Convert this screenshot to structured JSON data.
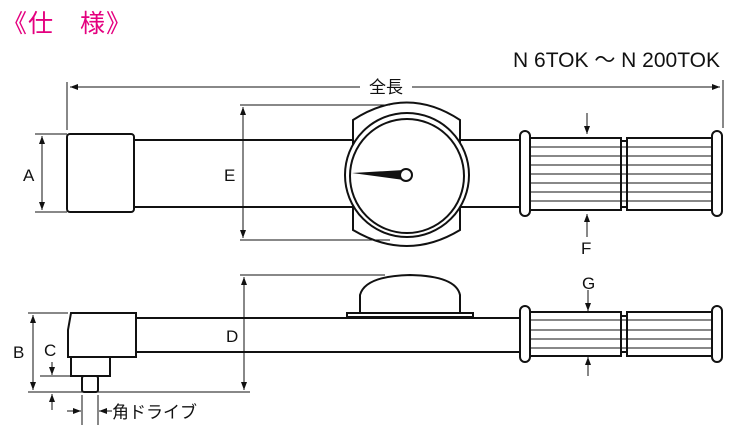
{
  "title": "《仕　様》",
  "model_range": "N 6TOK ～ N 200TOK",
  "labels": {
    "overall_length": "全長",
    "A": "A",
    "B": "B",
    "C": "C",
    "D": "D",
    "E": "E",
    "F": "F",
    "G": "G",
    "square_drive": "角ドライブ"
  },
  "colors": {
    "title": "#e4007f"
  }
}
